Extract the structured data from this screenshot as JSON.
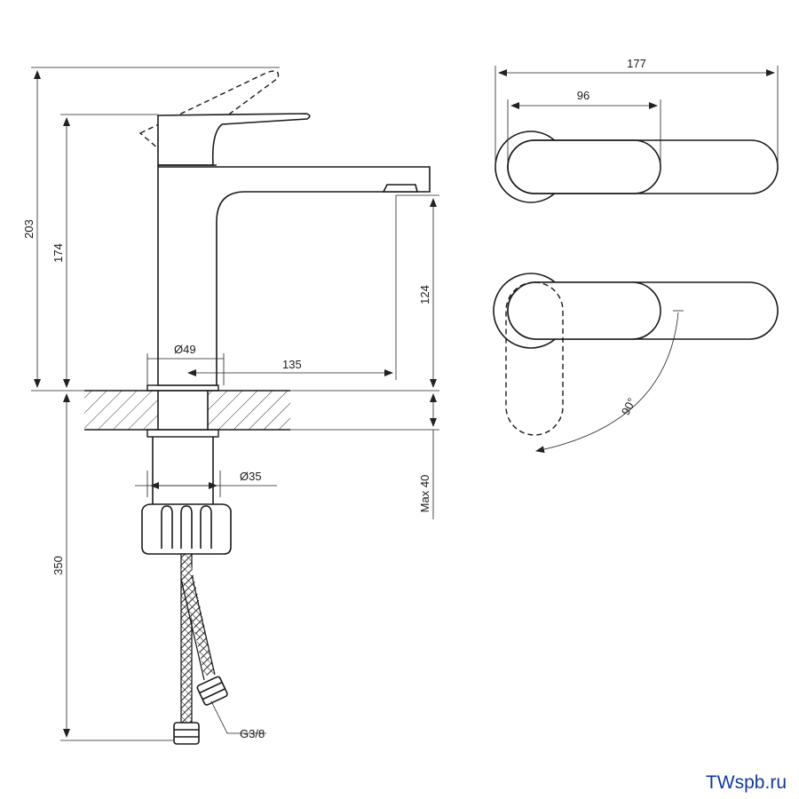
{
  "dimensions": {
    "total_height": "203",
    "body_height": "174",
    "spout_height": "124",
    "base_diameter": "Ø49",
    "spout_reach": "135",
    "shank_diameter": "Ø35",
    "max_counter": "Max 40",
    "hose_length": "350",
    "thread": "G3/8",
    "top_length": "177",
    "top_handle": "96",
    "rotation": "90°"
  },
  "watermark": "TWspb.ru"
}
